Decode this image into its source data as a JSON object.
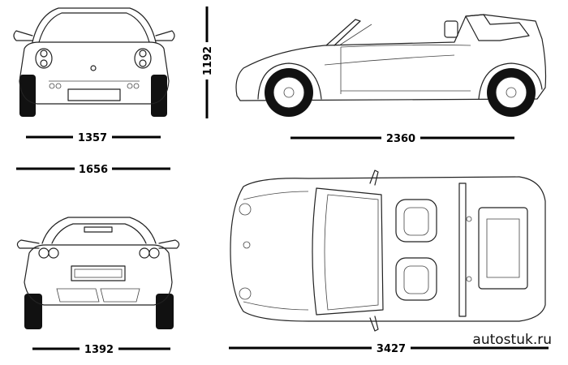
{
  "dimensions": {
    "front_track": "1357",
    "height": "1192",
    "wheelbase": "2360",
    "width": "1656",
    "rear_track": "1392",
    "length": "3427"
  },
  "watermark": "autostuk.ru"
}
